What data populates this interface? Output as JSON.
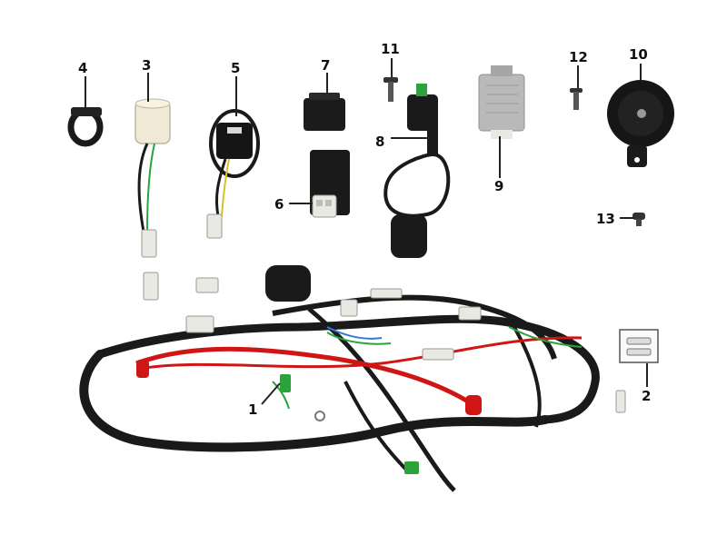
{
  "diagram": {
    "callouts": [
      {
        "id": "1",
        "label": "1"
      },
      {
        "id": "2",
        "label": "2"
      },
      {
        "id": "3",
        "label": "3"
      },
      {
        "id": "4",
        "label": "4"
      },
      {
        "id": "5",
        "label": "5"
      },
      {
        "id": "6",
        "label": "6"
      },
      {
        "id": "7",
        "label": "7"
      },
      {
        "id": "8",
        "label": "8"
      },
      {
        "id": "9",
        "label": "9"
      },
      {
        "id": "10",
        "label": "10"
      },
      {
        "id": "11",
        "label": "11"
      },
      {
        "id": "12",
        "label": "12"
      },
      {
        "id": "13",
        "label": "13"
      }
    ],
    "colors": {
      "background": "#ffffff",
      "harness": "#1a1a1a",
      "red_wire": "#d01515",
      "connector": "#e9e9e4",
      "regulator": "#b9b9b9",
      "callout_text": "#111111"
    }
  }
}
